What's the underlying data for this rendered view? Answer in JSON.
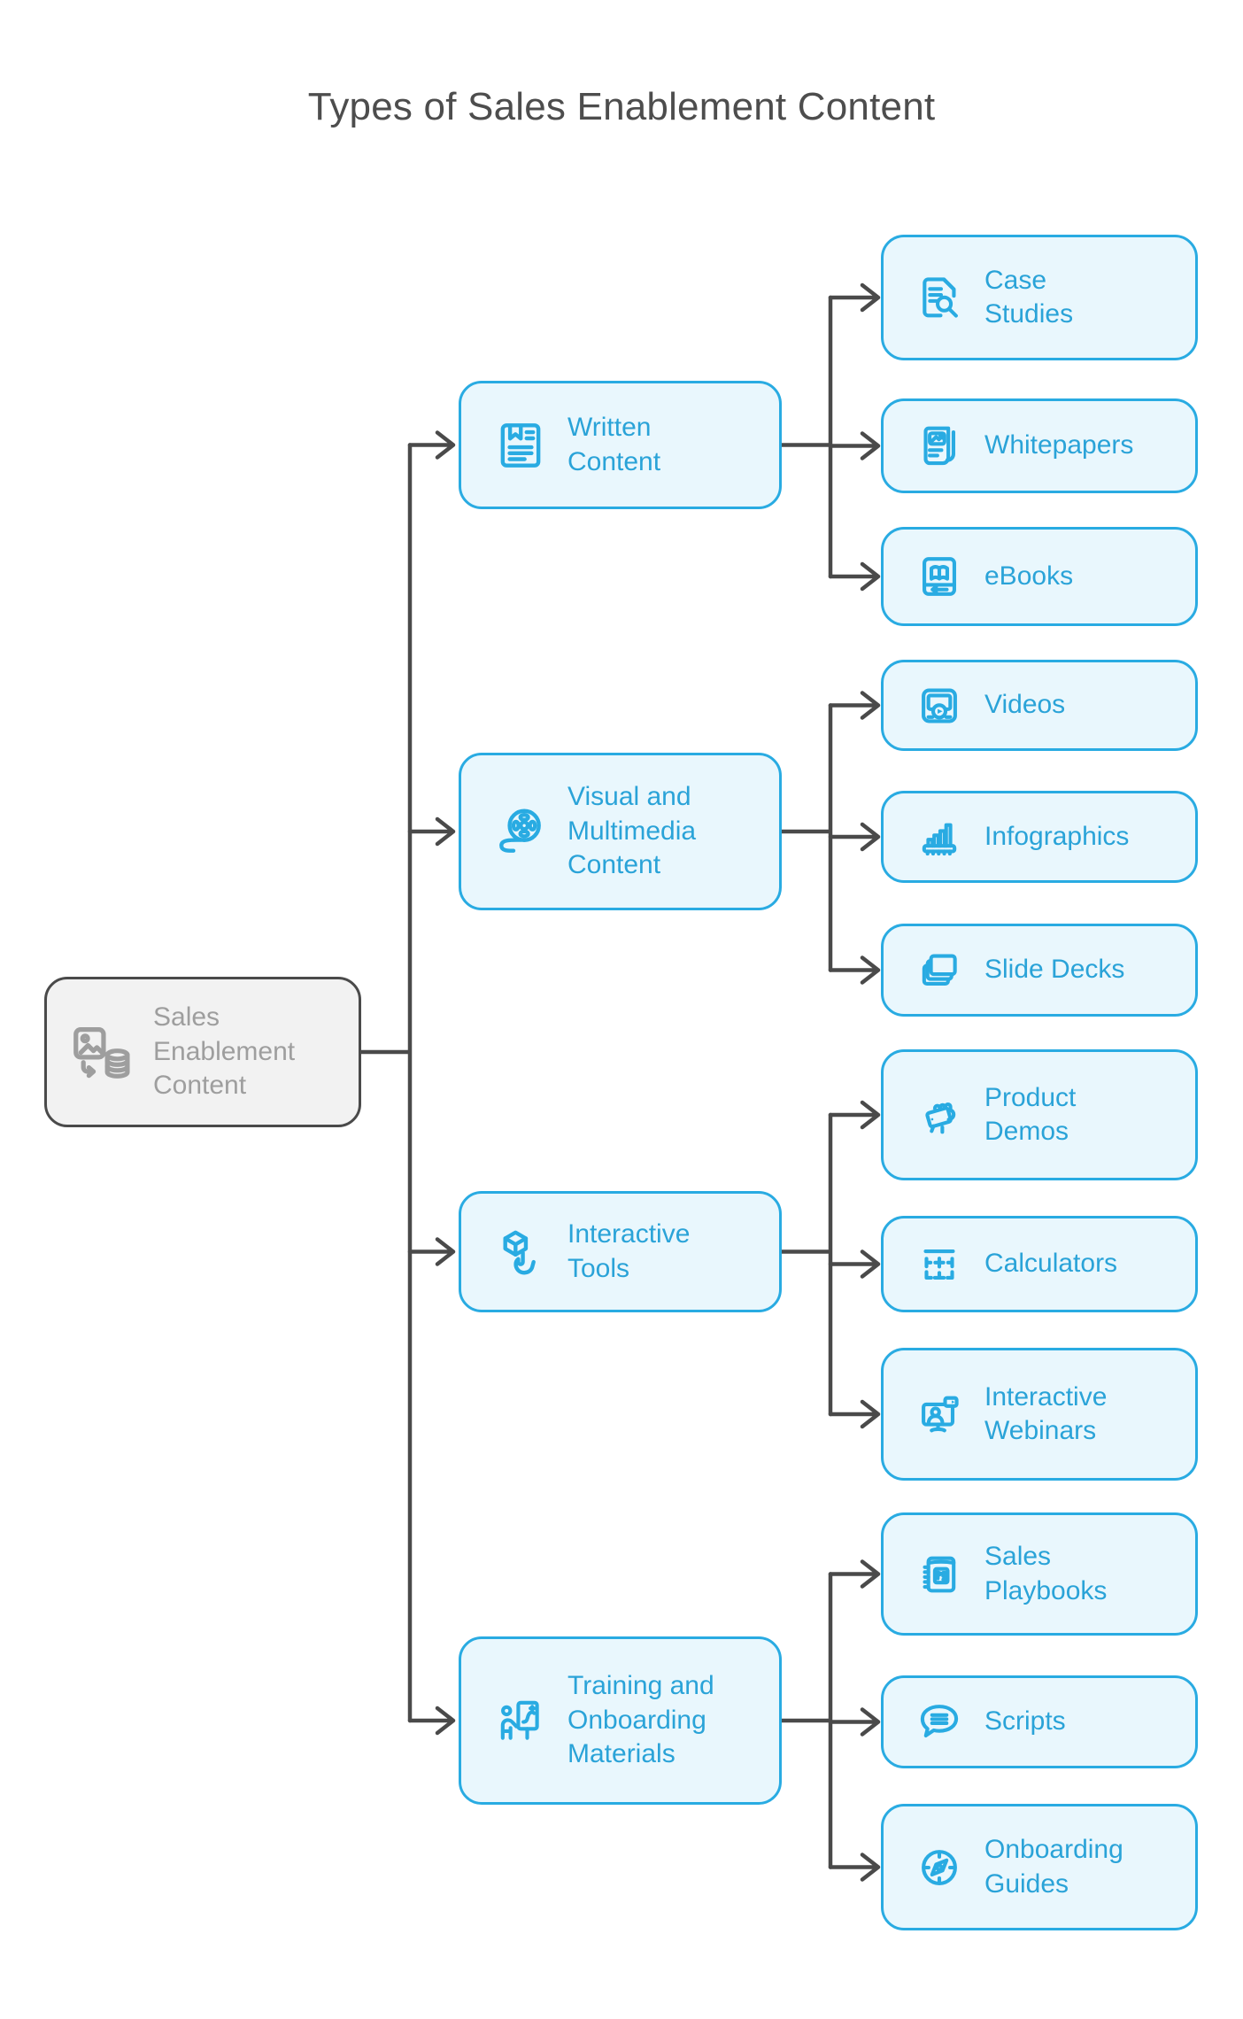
{
  "title": "Types of Sales Enablement Content",
  "root": {
    "label": "Sales Enablement Content",
    "icon": "content-to-database-icon"
  },
  "branches": [
    {
      "label": "Written Content",
      "icon": "document-bookmark-icon",
      "children": [
        {
          "label": "Case Studies",
          "icon": "document-magnifier-icon"
        },
        {
          "label": "Whitepapers",
          "icon": "report-trend-icon"
        },
        {
          "label": "eBooks",
          "icon": "ebook-reader-icon"
        }
      ]
    },
    {
      "label": "Visual and Multimedia Content",
      "icon": "film-reel-icon",
      "children": [
        {
          "label": "Videos",
          "icon": "video-player-icon"
        },
        {
          "label": "Infographics",
          "icon": "bar-chart-icon"
        },
        {
          "label": "Slide Decks",
          "icon": "slide-stack-icon"
        }
      ]
    },
    {
      "label": "Interactive Tools",
      "icon": "cube-touch-icon",
      "children": [
        {
          "label": "Product Demos",
          "icon": "hand-device-icon"
        },
        {
          "label": "Calculators",
          "icon": "calculator-keys-icon"
        },
        {
          "label": "Interactive Webinars",
          "icon": "webinar-monitor-icon"
        }
      ]
    },
    {
      "label": "Training and Onboarding Materials",
      "icon": "trainer-whiteboard-icon",
      "children": [
        {
          "label": "Sales Playbooks",
          "icon": "spiral-playbook-icon"
        },
        {
          "label": "Scripts",
          "icon": "speech-bubble-icon"
        },
        {
          "label": "Onboarding Guides",
          "icon": "compass-icon"
        }
      ]
    }
  ],
  "colors": {
    "accent_blue": "#29abe2",
    "node_fill": "#e9f7fd",
    "node_text": "#2aa3d8",
    "root_fill": "#f2f2f2",
    "root_border": "#4a4a4a",
    "root_text": "#9e9e9e",
    "connector": "#4a4a4a",
    "title_text": "#4d4d4d",
    "background": "#ffffff"
  }
}
